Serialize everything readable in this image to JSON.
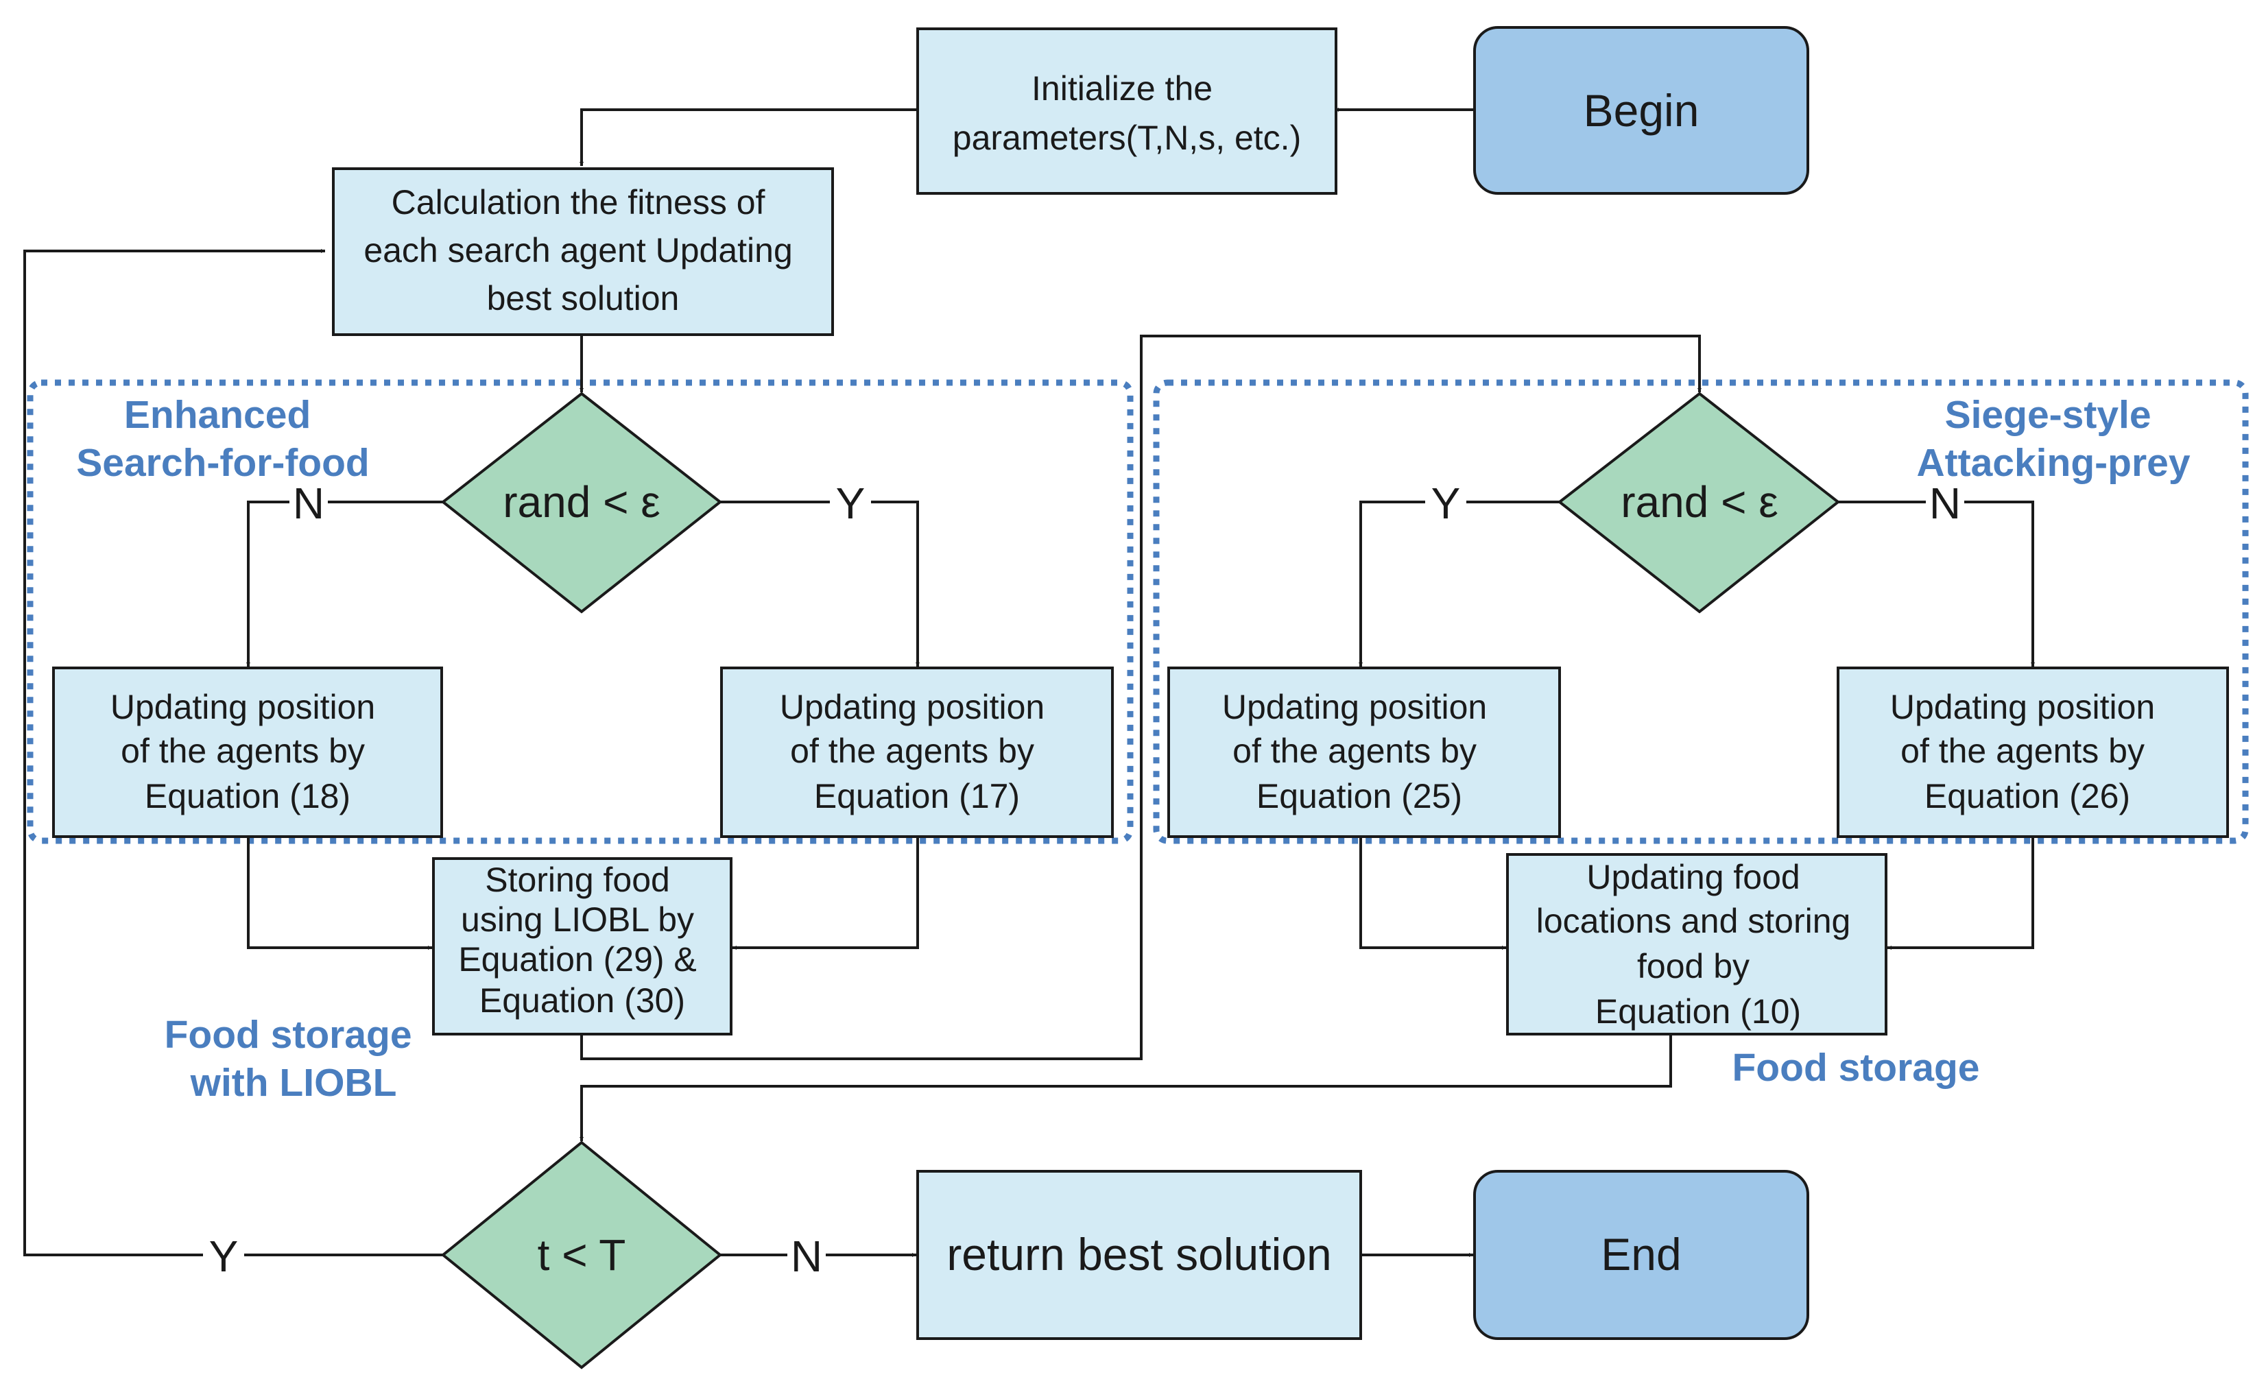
{
  "nodes": {
    "begin": {
      "label": "Begin"
    },
    "init": {
      "lines": [
        "Initialize the",
        "parameters(T,N,s, etc.)"
      ]
    },
    "fitness": {
      "lines": [
        "Calculation the fitness of",
        "each search agent Updating",
        "best solution"
      ]
    },
    "rand_left": {
      "label": "rand < ε"
    },
    "update18": {
      "lines": [
        "Updating position",
        "of the agents by",
        "Equation (18)"
      ]
    },
    "update17": {
      "lines": [
        "Updating position",
        "of the agents by",
        "Equation (17)"
      ]
    },
    "storing": {
      "lines": [
        "Storing food",
        "using LIOBL by",
        "Equation (29) &",
        "Equation (30)"
      ]
    },
    "rand_right": {
      "label": "rand < ε"
    },
    "update25": {
      "lines": [
        "Updating position",
        "of the agents by",
        "Equation (25)"
      ]
    },
    "update26": {
      "lines": [
        "Updating position",
        "of the agents by",
        "Equation (26)"
      ]
    },
    "food10": {
      "lines": [
        "Updating food",
        "locations and storing",
        "food  by",
        "Equation (10)"
      ]
    },
    "t_lt_T": {
      "label": "t < T"
    },
    "return": {
      "label": "return best solution"
    },
    "end": {
      "label": "End"
    }
  },
  "edge_labels": {
    "left_N": "N",
    "left_Y": "Y",
    "right_Y": "Y",
    "right_N": "N",
    "loop_Y": "Y",
    "exit_N": "N"
  },
  "groups": {
    "left": {
      "lines": [
        "Enhanced",
        "Search-for-food"
      ]
    },
    "right": {
      "lines": [
        "Siege-style",
        "Attacking-prey"
      ]
    },
    "food_left": {
      "lines": [
        "Food storage",
        "with LIOBL"
      ]
    },
    "food_right": {
      "lines": [
        "Food storage"
      ]
    }
  },
  "colors": {
    "process_fill": "#d4ebf5",
    "terminal_fill": "#9fc7e9",
    "decision_fill": "#a8d8bd",
    "group_border": "#4a7ebf",
    "annotation_text": "#4a7ebf"
  }
}
